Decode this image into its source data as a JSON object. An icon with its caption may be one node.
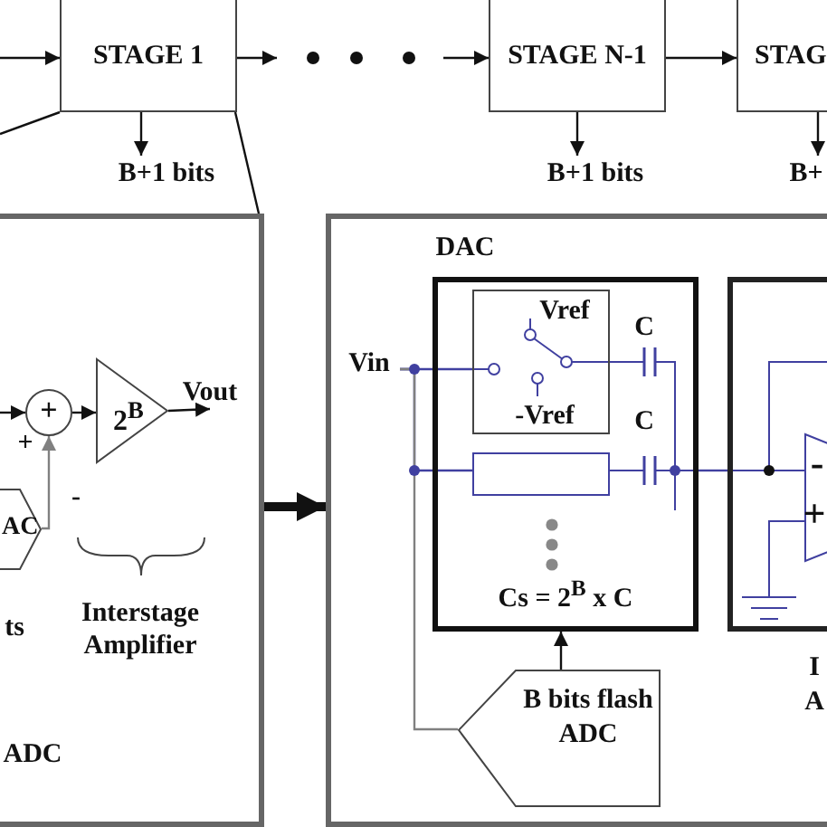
{
  "diagram": {
    "nodes": [
      {
        "text": [
          "STAGE 1"
        ]
      },
      {
        "text": [
          "STAGE N-1"
        ]
      },
      {
        "text": [
          "STAG"
        ]
      },
      {
        "text": [
          "B+1 bits"
        ]
      },
      {
        "text": [
          "B+1 bits"
        ]
      },
      {
        "text": [
          "B+"
        ]
      },
      {
        "text": [],
        "shape": "box"
      },
      {
        "text": [
          "+"
        ],
        "in": 6
      },
      {
        "text": [
          "2$^{B}$"
        ],
        "in": 6
      },
      {
        "text": [
          "Vout"
        ],
        "in": 6
      },
      {
        "text": [
          "AC"
        ],
        "in": 6
      },
      {
        "text": [],
        "shape": "box"
      },
      {
        "text": [
          "DAC",
          "Cs = 2$^{B}$ x C"
        ],
        "in": 11
      },
      {
        "text": [
          "Vref",
          "-Vref"
        ],
        "in": 12
      },
      {
        "text": [],
        "shape": "box",
        "in": 12
      },
      {
        "text": [
          "B bits flash ADC"
        ],
        "in": 11
      },
      {
        "text": [],
        "shape": "box",
        "in": 11
      },
      {
        "text": [
          "Vin"
        ],
        "in": 11
      }
    ],
    "edges": [
      {
        "from": null,
        "to": 0,
        "arrow": "to"
      },
      {
        "from": 0,
        "to": null,
        "arrow": "to"
      },
      {
        "from": null,
        "to": 1,
        "arrow": "to"
      },
      {
        "from": 1,
        "to": 2,
        "arrow": "to"
      },
      {
        "from": 0,
        "to": 3,
        "arrow": "to"
      },
      {
        "from": 1,
        "to": 4,
        "arrow": "to"
      },
      {
        "from": 2,
        "to": 5,
        "arrow": "to"
      },
      {
        "from": null,
        "to": 7,
        "arrow": "to"
      },
      {
        "from": 7,
        "to": 8,
        "arrow": "to"
      },
      {
        "from": 8,
        "to": 9,
        "arrow": "to"
      },
      {
        "from": 10,
        "to": 7,
        "arrow": "to",
        "color": "#808080"
      },
      {
        "from": 6,
        "to": 11,
        "arrow": "to",
        "style": "thick"
      },
      {
        "from": 17,
        "to": 13,
        "arrow": "none",
        "color": "#4040a0"
      },
      {
        "from": 17,
        "to": 14,
        "arrow": "none",
        "color": "#4040a0"
      },
      {
        "from": 17,
        "to": 15,
        "arrow": "none",
        "color": "#808080"
      },
      {
        "from": 15,
        "to": 12,
        "arrow": "to"
      },
      {
        "from": 12,
        "to": 16,
        "arrow": "none",
        "color": "#4040a0"
      },
      {
        "from": 0,
        "to": 6,
        "arrow": "none"
      },
      {
        "from": 0,
        "to": null,
        "arrow": "none"
      }
    ],
    "labels": [
      "+",
      "-",
      "ts",
      "Interstage Amplifier",
      "ADC",
      "C",
      "C",
      "I",
      "A",
      "-",
      "+"
    ]
  }
}
